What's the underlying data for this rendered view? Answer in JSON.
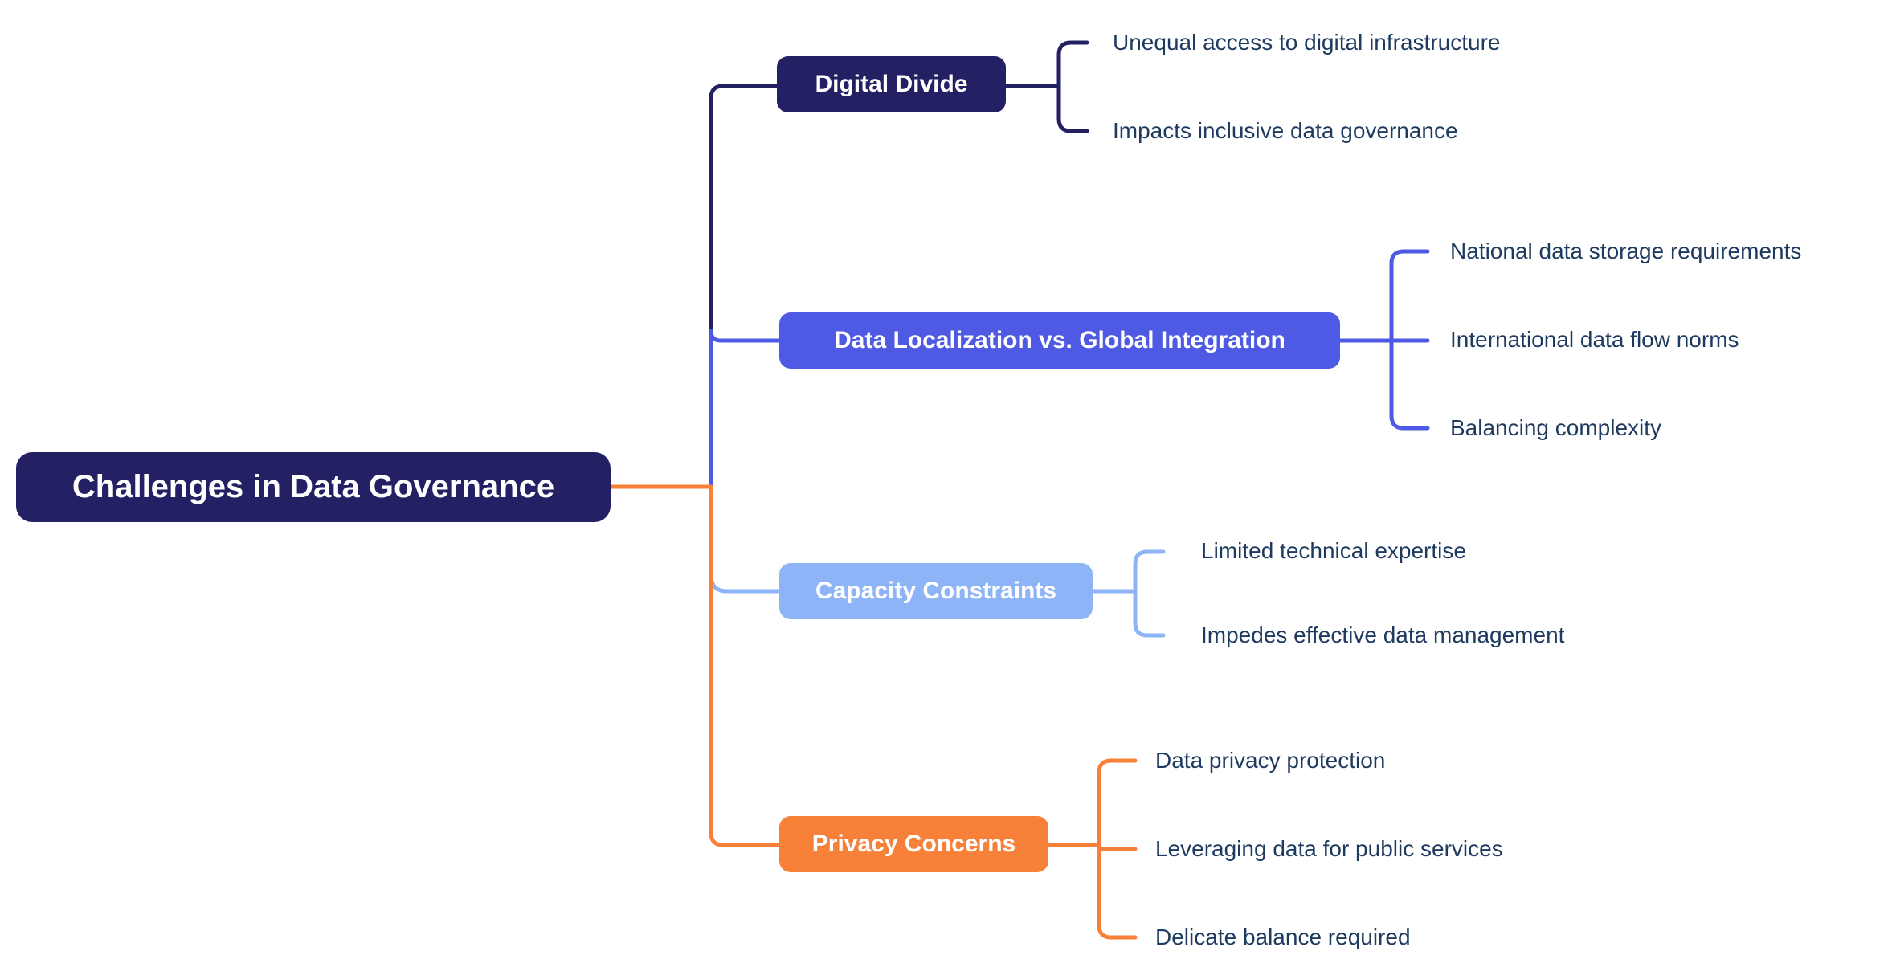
{
  "title": "Challenges in Data Governance",
  "colors": {
    "navy": "#232063",
    "blue": "#4e5ae4",
    "light_blue": "#8db4f6",
    "orange": "#f8813a",
    "subtopic_text": "#1e3a5f",
    "background": "#ffffff",
    "node_text": "#ffffff"
  },
  "root": {
    "label": "Challenges in Data Governance"
  },
  "branches": [
    {
      "id": "digital-divide",
      "label": "Digital Divide",
      "color": "#232063",
      "children": [
        "Unequal access to digital infrastructure",
        "Impacts inclusive data governance"
      ]
    },
    {
      "id": "data-localization",
      "label": "Data Localization vs. Global Integration",
      "color": "#4e5ae4",
      "children": [
        "National data storage requirements",
        "International data flow norms",
        "Balancing complexity"
      ]
    },
    {
      "id": "capacity-constraints",
      "label": "Capacity Constraints",
      "color": "#8db4f6",
      "children": [
        "Limited technical expertise",
        "Impedes effective data management"
      ]
    },
    {
      "id": "privacy-concerns",
      "label": "Privacy Concerns",
      "color": "#f8813a",
      "children": [
        "Data privacy protection",
        "Leveraging data for public services",
        "Delicate balance required"
      ]
    }
  ]
}
